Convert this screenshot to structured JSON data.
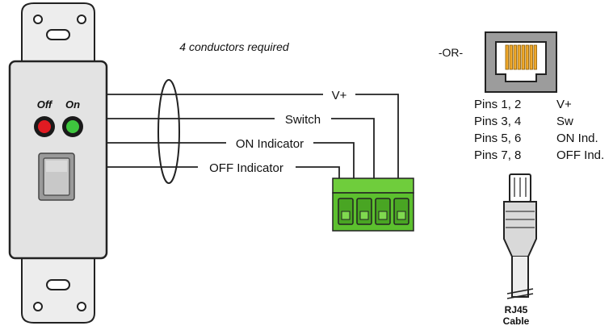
{
  "note": "4 conductors required",
  "switch_plate": {
    "off_label": "Off",
    "on_label": "On",
    "colors": {
      "plate": "#e3e3e3",
      "off_led": "#e11b22",
      "on_led": "#3ec63e",
      "rocker": "#c8c8c8"
    }
  },
  "wire_labels": {
    "vplus": "V+",
    "switch": "Switch",
    "on_indicator": "ON Indicator",
    "off_indicator": "OFF Indicator"
  },
  "terminal_block": {
    "color": "#5cc02e"
  },
  "or_label": "-OR-",
  "pinout": [
    {
      "pins": "Pins 1, 2",
      "signal": "V+"
    },
    {
      "pins": "Pins 3, 4",
      "signal": "Sw"
    },
    {
      "pins": "Pins 5, 6",
      "signal": "ON Ind."
    },
    {
      "pins": "Pins 7, 8",
      "signal": "OFF Ind."
    }
  ],
  "rj45_jack": {
    "pin_color": "#f0a92c"
  },
  "cable_label_line1": "RJ45",
  "cable_label_line2": "Cable"
}
